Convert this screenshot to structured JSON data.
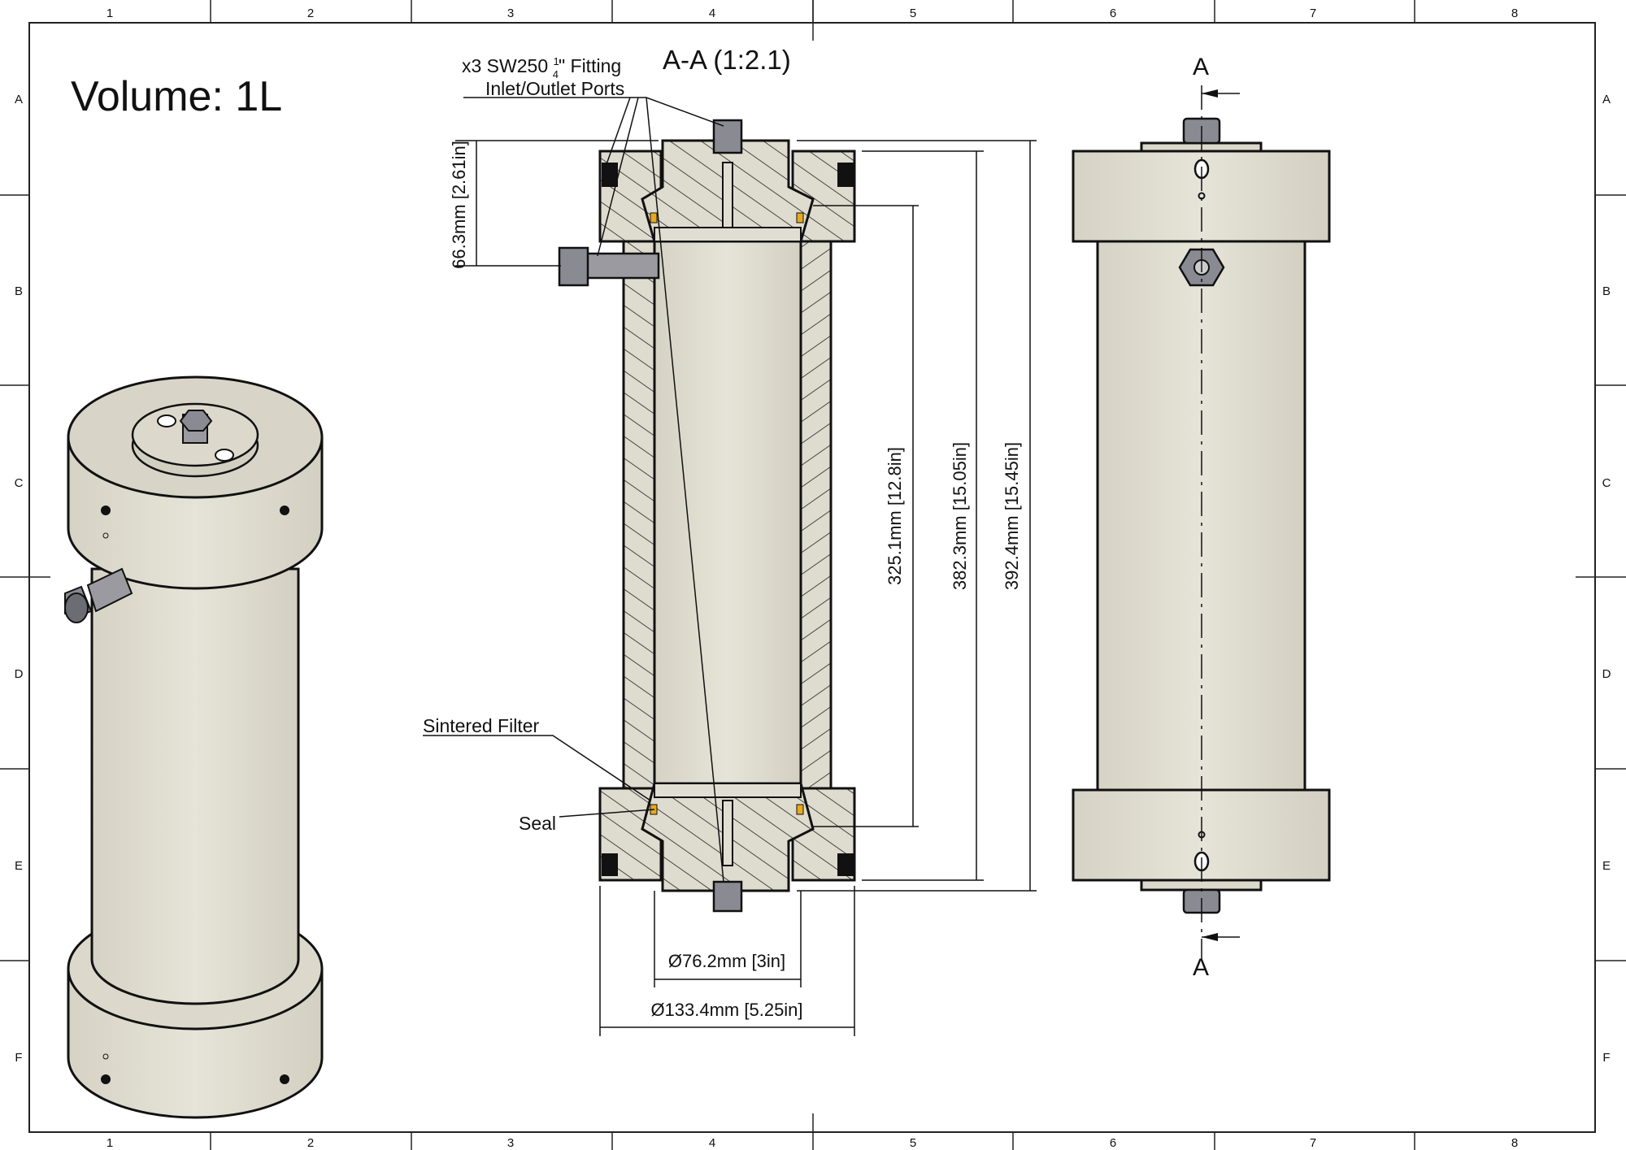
{
  "frame": {
    "columns": [
      "1",
      "2",
      "3",
      "4",
      "5",
      "6",
      "7",
      "8"
    ],
    "rows": [
      "A",
      "B",
      "C",
      "D",
      "E",
      "F"
    ]
  },
  "title": "Volume: 1L",
  "section": {
    "title": "A-A (1:2.1)",
    "callouts": {
      "fitting_prefix": "x3 SW250",
      "fitting_fraction_num": "1",
      "fitting_fraction_den": "4",
      "fitting_suffix": "\" Fitting",
      "ports": "Inlet/Outlet Ports",
      "filter": "Sintered Filter",
      "seal": "Seal"
    },
    "dimensions": {
      "cap_height": "66.3mm [2.61in]",
      "inner_length": "325.1mm [12.8in]",
      "body_length": "382.3mm [15.05in]",
      "overall_length": "392.4mm [15.45in]",
      "bore_diameter": "Ø76.2mm [3in]",
      "outer_diameter": "Ø133.4mm [5.25in]"
    }
  },
  "side_view": {
    "section_mark_top": "A",
    "section_mark_bottom": "A"
  },
  "colors": {
    "metal": "#dedbcf",
    "metal_dark": "#c9c5b6",
    "fitting": "#8a8a92",
    "seal": "#e8a91c"
  }
}
